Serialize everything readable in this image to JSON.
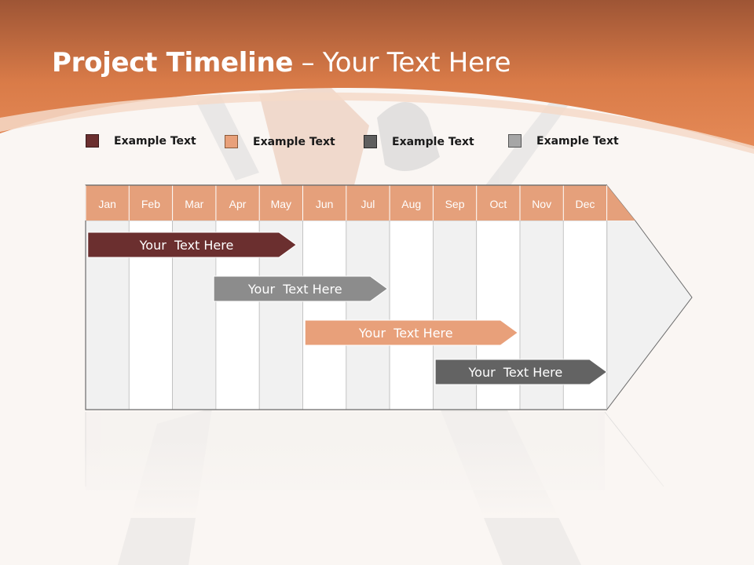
{
  "slide": {
    "title_bold": "Project Timeline",
    "title_rest": " – Your Text Here"
  },
  "legend": [
    {
      "label": "Example Text",
      "color": "#6b2f2f"
    },
    {
      "label": "Example Text",
      "color": "#e8a07a"
    },
    {
      "label": "Example Text",
      "color": "#5f5f5f"
    },
    {
      "label": "Example Text",
      "color": "#a6a6a6"
    }
  ],
  "timeline": {
    "months": [
      "Jan",
      "Feb",
      "Mar",
      "Apr",
      "May",
      "Jun",
      "Jul",
      "Aug",
      "Sep",
      "Oct",
      "Nov",
      "Dec"
    ],
    "header_color": "#e5a07b",
    "bars": [
      {
        "label": "Your  Text Here",
        "start_month": 1.05,
        "end_month": 4.85,
        "color": "#6b2f2f",
        "text_color": "#ffffff"
      },
      {
        "label": "Your  Text Here",
        "start_month": 3.95,
        "end_month": 6.95,
        "color": "#8c8c8c",
        "text_color": "#ffffff"
      },
      {
        "label": "Your  Text Here",
        "start_month": 6.05,
        "end_month": 9.95,
        "color": "#e8a07a",
        "text_color": "#ffffff"
      },
      {
        "label": "Your  Text Here",
        "start_month": 9.05,
        "end_month": 12.0,
        "color": "#636363",
        "text_color": "#ffffff"
      }
    ]
  },
  "colors": {
    "header_band_top": "#a1573a",
    "header_band_bottom": "#e58955",
    "column_shade": "#f1f1f1",
    "column_plain": "#ffffff",
    "grid_line": "#bdbdbd"
  }
}
